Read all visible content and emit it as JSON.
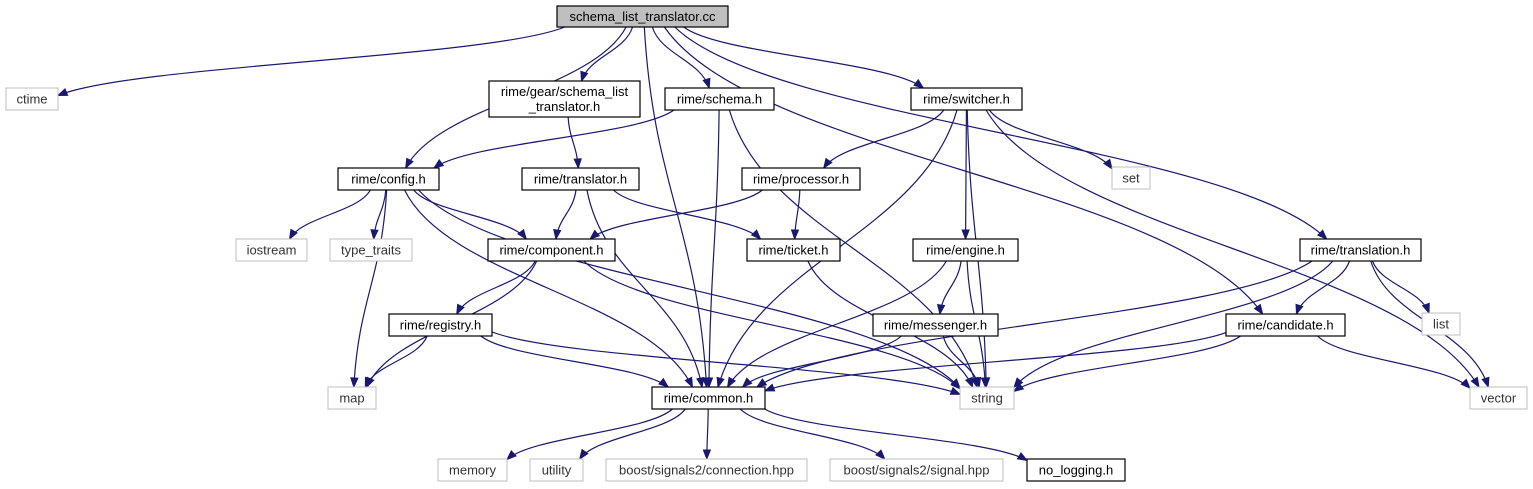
{
  "diagram": {
    "title": "schema_list_translator.cc",
    "nodes": [
      {
        "id": "root",
        "label": "schema_list_translator.cc",
        "kind": "root"
      },
      {
        "id": "ctime",
        "label": "ctime",
        "kind": "external"
      },
      {
        "id": "gear_slt",
        "label": "rime/gear/schema_list\n_translator.h",
        "kind": "internal"
      },
      {
        "id": "schema",
        "label": "rime/schema.h",
        "kind": "internal"
      },
      {
        "id": "switcher",
        "label": "rime/switcher.h",
        "kind": "internal"
      },
      {
        "id": "config",
        "label": "rime/config.h",
        "kind": "internal"
      },
      {
        "id": "translator",
        "label": "rime/translator.h",
        "kind": "internal"
      },
      {
        "id": "processor",
        "label": "rime/processor.h",
        "kind": "internal"
      },
      {
        "id": "set",
        "label": "set",
        "kind": "external"
      },
      {
        "id": "iostream",
        "label": "iostream",
        "kind": "external"
      },
      {
        "id": "type_traits",
        "label": "type_traits",
        "kind": "external"
      },
      {
        "id": "component",
        "label": "rime/component.h",
        "kind": "internal"
      },
      {
        "id": "ticket",
        "label": "rime/ticket.h",
        "kind": "internal"
      },
      {
        "id": "engine",
        "label": "rime/engine.h",
        "kind": "internal"
      },
      {
        "id": "translation",
        "label": "rime/translation.h",
        "kind": "internal"
      },
      {
        "id": "registry",
        "label": "rime/registry.h",
        "kind": "internal"
      },
      {
        "id": "messenger",
        "label": "rime/messenger.h",
        "kind": "internal"
      },
      {
        "id": "candidate",
        "label": "rime/candidate.h",
        "kind": "internal"
      },
      {
        "id": "list",
        "label": "list",
        "kind": "external"
      },
      {
        "id": "map",
        "label": "map",
        "kind": "external"
      },
      {
        "id": "common",
        "label": "rime/common.h",
        "kind": "internal"
      },
      {
        "id": "string",
        "label": "string",
        "kind": "external"
      },
      {
        "id": "vector",
        "label": "vector",
        "kind": "external"
      },
      {
        "id": "memory",
        "label": "memory",
        "kind": "external"
      },
      {
        "id": "utility",
        "label": "utility",
        "kind": "external"
      },
      {
        "id": "connection",
        "label": "boost/signals2/connection.hpp",
        "kind": "external"
      },
      {
        "id": "signal",
        "label": "boost/signals2/signal.hpp",
        "kind": "external"
      },
      {
        "id": "no_logging",
        "label": "no_logging.h",
        "kind": "internal"
      }
    ],
    "edges": [
      [
        "root",
        "ctime"
      ],
      [
        "root",
        "gear_slt"
      ],
      [
        "root",
        "schema"
      ],
      [
        "root",
        "switcher"
      ],
      [
        "root",
        "config"
      ],
      [
        "root",
        "common"
      ],
      [
        "root",
        "translation"
      ],
      [
        "root",
        "candidate"
      ],
      [
        "gear_slt",
        "translator"
      ],
      [
        "schema",
        "config"
      ],
      [
        "schema",
        "common"
      ],
      [
        "schema",
        "string"
      ],
      [
        "switcher",
        "processor"
      ],
      [
        "switcher",
        "set"
      ],
      [
        "switcher",
        "engine"
      ],
      [
        "switcher",
        "common"
      ],
      [
        "switcher",
        "string"
      ],
      [
        "switcher",
        "vector"
      ],
      [
        "config",
        "iostream"
      ],
      [
        "config",
        "type_traits"
      ],
      [
        "config",
        "component"
      ],
      [
        "config",
        "map"
      ],
      [
        "config",
        "common"
      ],
      [
        "config",
        "string"
      ],
      [
        "translator",
        "component"
      ],
      [
        "translator",
        "ticket"
      ],
      [
        "translator",
        "common"
      ],
      [
        "processor",
        "component"
      ],
      [
        "processor",
        "ticket"
      ],
      [
        "component",
        "registry"
      ],
      [
        "component",
        "map"
      ],
      [
        "component",
        "string"
      ],
      [
        "ticket",
        "string"
      ],
      [
        "engine",
        "messenger"
      ],
      [
        "engine",
        "common"
      ],
      [
        "engine",
        "string"
      ],
      [
        "translation",
        "candidate"
      ],
      [
        "translation",
        "list"
      ],
      [
        "translation",
        "vector"
      ],
      [
        "translation",
        "common"
      ],
      [
        "translation",
        "string"
      ],
      [
        "registry",
        "map"
      ],
      [
        "registry",
        "common"
      ],
      [
        "registry",
        "string"
      ],
      [
        "messenger",
        "common"
      ],
      [
        "messenger",
        "string"
      ],
      [
        "candidate",
        "common"
      ],
      [
        "candidate",
        "string"
      ],
      [
        "candidate",
        "vector"
      ],
      [
        "common",
        "memory"
      ],
      [
        "common",
        "utility"
      ],
      [
        "common",
        "connection"
      ],
      [
        "common",
        "signal"
      ],
      [
        "common",
        "no_logging"
      ]
    ]
  }
}
